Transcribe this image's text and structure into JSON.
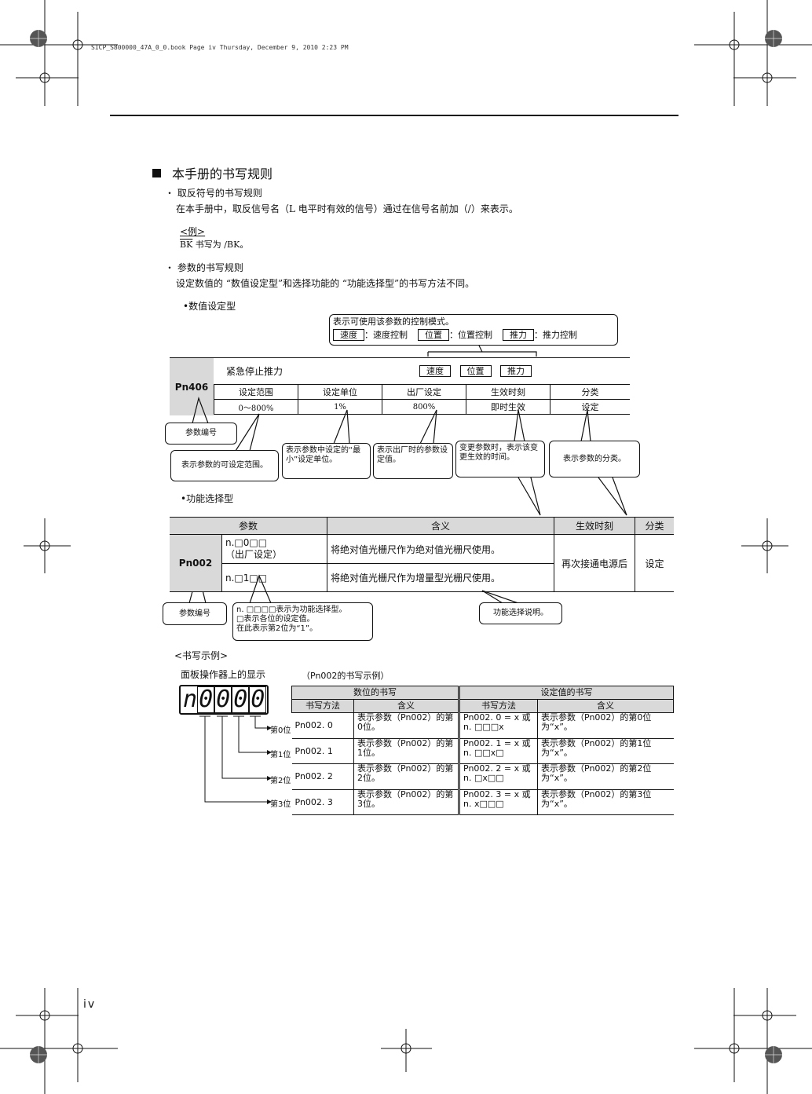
{
  "header": {
    "file_info": "SICP_S800000_47A_0_0.book  Page iv  Thursday, December 9, 2010  2:23 PM"
  },
  "section": {
    "title": "本手册的书写规则",
    "items": [
      {
        "bullet": "・",
        "heading": "取反符号的书写规则",
        "text": "在本手册中，取反信号名（L 电平时有效的信号）通过在信号名前加（/）来表示。"
      },
      {
        "bullet": "・",
        "heading": "参数的书写规则",
        "text": "设定数值的 “数值设定型”和选择功能的 “功能选择型”的书写方法不同。"
      }
    ],
    "example": {
      "label": "<例>",
      "text_signal": "BK",
      "text_rest": " 书写为 /BK。"
    }
  },
  "numeric": {
    "subheading": "•数值设定型",
    "mode_note": {
      "title": "表示可使用该参数的控制模式。",
      "m1": "速度",
      "d1": "：速度控制",
      "m2": "位置",
      "d2": "：位置控制",
      "m3": "推力",
      "d3": "：推力控制"
    },
    "param_no": "Pn406",
    "param_name": "紧急停止推力",
    "modes": [
      "速度",
      "位置",
      "推力"
    ],
    "headers": [
      "设定范围",
      "设定单位",
      "出厂设定",
      "生效时刻",
      "分类"
    ],
    "values": [
      "0～800%",
      "1%",
      "800%",
      "即时生效",
      "设定"
    ],
    "callouts": {
      "param_no": "参数编号",
      "range": "表示参数的可设定范围。",
      "unit": "表示参数中设定的“最小”设定单位。",
      "factory": "表示出厂时的参数设定值。",
      "effect": "变更参数时，表示该变更生效的时间。",
      "category": "表示参数的分类。"
    }
  },
  "function": {
    "subheading": "•功能选择型",
    "headers": [
      "参数",
      "含义",
      "生效时刻",
      "分类"
    ],
    "param_no": "Pn002",
    "rows": [
      {
        "code": "n.□0□□",
        "note": "（出厂设定）",
        "meaning": "将绝对值光栅尺作为绝对值光栅尺使用。"
      },
      {
        "code": "n.□1□□",
        "note": "",
        "meaning": "将绝对值光栅尺作为增量型光栅尺使用。"
      }
    ],
    "effect": "再次接通电源后",
    "category": "设定",
    "callouts": {
      "param_no": "参数编号",
      "code_l1": "n. □□□□表示为功能选择型。",
      "code_l2": "□表示各位的设定值。",
      "code_l3": "在此表示第2位为“1”。",
      "desc": "功能选择说明。"
    }
  },
  "example": {
    "heading": "<书写示例>",
    "panel_label": "面板操作器上的显示",
    "table_title": "（Pn002的书写示例）",
    "display": [
      "n",
      "0",
      "0",
      "0",
      "0"
    ],
    "group1": "数位的书写",
    "group2": "设定值的书写",
    "col_headers": [
      "书写方法",
      "含义",
      "书写方法",
      "含义"
    ],
    "rows": [
      {
        "digit": "第0位",
        "notation": "Pn002. 0",
        "meaning": "表示参数（Pn002）的第0位。",
        "set_notation": "Pn002. 0 = x 或n. □□□x",
        "set_meaning": "表示参数（Pn002）的第0位为“x”。"
      },
      {
        "digit": "第1位",
        "notation": "Pn002. 1",
        "meaning": "表示参数（Pn002）的第1位。",
        "set_notation": "Pn002. 1 = x 或n. □□x□",
        "set_meaning": "表示参数（Pn002）的第1位为“x”。"
      },
      {
        "digit": "第2位",
        "notation": "Pn002. 2",
        "meaning": "表示参数（Pn002）的第2位。",
        "set_notation": "Pn002. 2 = x 或n. □x□□",
        "set_meaning": "表示参数（Pn002）的第2位为“x”。"
      },
      {
        "digit": "第3位",
        "notation": "Pn002. 3",
        "meaning": "表示参数（Pn002）的第3位。",
        "set_notation": "Pn002. 3 = x 或n. x□□□",
        "set_meaning": "表示参数（Pn002）的第3位为“x”。"
      }
    ]
  },
  "footer": {
    "page_number": "iv"
  }
}
